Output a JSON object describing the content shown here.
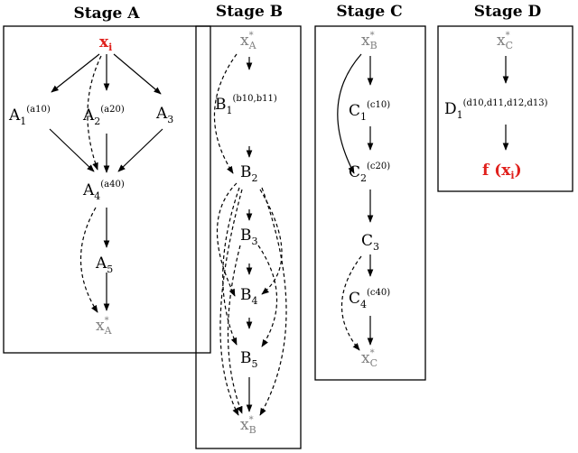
{
  "stages": {
    "A": {
      "title": "Stage A",
      "nodes": {
        "x": {
          "base": "x",
          "sub": "i",
          "sup": ""
        },
        "a1": {
          "base": "A",
          "sub": "1",
          "sup": "(a10)"
        },
        "a2": {
          "base": "A",
          "sub": "2",
          "sup": "(a20)"
        },
        "a3": {
          "base": "A",
          "sub": "3",
          "sup": ""
        },
        "a4": {
          "base": "A",
          "sub": "4",
          "sup": "(a40)"
        },
        "a5": {
          "base": "A",
          "sub": "5",
          "sup": ""
        },
        "out": {
          "base": "x",
          "sub": "A",
          "sup": "*"
        }
      }
    },
    "B": {
      "title": "Stage B",
      "nodes": {
        "in": {
          "base": "x",
          "sub": "A",
          "sup": "*"
        },
        "b1": {
          "base": "B",
          "sub": "1",
          "sup": "(b10,b11)"
        },
        "b2": {
          "base": "B",
          "sub": "2",
          "sup": ""
        },
        "b3": {
          "base": "B",
          "sub": "3",
          "sup": ""
        },
        "b4": {
          "base": "B",
          "sub": "4",
          "sup": ""
        },
        "b5": {
          "base": "B",
          "sub": "5",
          "sup": ""
        },
        "out": {
          "base": "x",
          "sub": "B",
          "sup": "*"
        }
      }
    },
    "C": {
      "title": "Stage C",
      "nodes": {
        "in": {
          "base": "x",
          "sub": "B",
          "sup": "*"
        },
        "c1": {
          "base": "C",
          "sub": "1",
          "sup": "(c10)"
        },
        "c2": {
          "base": "C",
          "sub": "2",
          "sup": "(c20)"
        },
        "c3": {
          "base": "C",
          "sub": "3",
          "sup": ""
        },
        "c4": {
          "base": "C",
          "sub": "4",
          "sup": "(c40)"
        },
        "out": {
          "base": "x",
          "sub": "C",
          "sup": "*"
        }
      }
    },
    "D": {
      "title": "Stage D",
      "nodes": {
        "in": {
          "base": "x",
          "sub": "C",
          "sup": "*"
        },
        "d1": {
          "base": "D",
          "sub": "1",
          "sup": "(d10,d11,d12,d13)"
        },
        "f": {
          "base": "f (x",
          "sub": "i",
          "tail": ")"
        }
      }
    }
  },
  "colors": {
    "highlight": "#e0201c",
    "muted": "#808080",
    "line": "#000000"
  }
}
